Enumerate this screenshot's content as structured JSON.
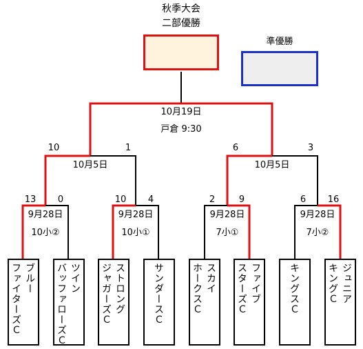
{
  "title": {
    "line1": "秋季大会",
    "line2": "二部優勝"
  },
  "runner_up": {
    "label": "準優勝"
  },
  "colors": {
    "win": "#dd1111",
    "lose": "#000000",
    "winner_box_fill": "#fff3dd",
    "runner_box_fill": "#eeeeee",
    "runner_box_border": "#1a2ec8"
  },
  "final": {
    "date": "10月19日",
    "venue": "戸倉 9:30"
  },
  "semifinals": [
    {
      "date": "10月5日",
      "left_score": "10",
      "right_score": "1"
    },
    {
      "date": "10月5日",
      "left_score": "6",
      "right_score": "3"
    }
  ],
  "first_round": [
    {
      "date": "9月28日",
      "venue": "10小②",
      "left_score": "13",
      "right_score": "0"
    },
    {
      "date": "9月28日",
      "venue": "10小①",
      "left_score": "10",
      "right_score": "4"
    },
    {
      "date": "9月28日",
      "venue": "7小①",
      "left_score": "2",
      "right_score": "9"
    },
    {
      "date": "9月28日",
      "venue": "7小②",
      "left_score": "6",
      "right_score": "16"
    }
  ],
  "teams": [
    {
      "col1": "ブルー",
      "col2": "ファイターズＣ"
    },
    {
      "col1": "ツイン",
      "col2": "バッファローズＣ"
    },
    {
      "col1": "ストロング",
      "col2": "ジャガーズＣ"
    },
    {
      "col1": "サンダースＣ",
      "col2": ""
    },
    {
      "col1": "スカイ",
      "col2": "ホークスＣ"
    },
    {
      "col1": "ファイブ",
      "col2": "スターズＣ"
    },
    {
      "col1": "キングスＣ",
      "col2": ""
    },
    {
      "col1": "ジュニア",
      "col2": "キングＣ"
    }
  ]
}
